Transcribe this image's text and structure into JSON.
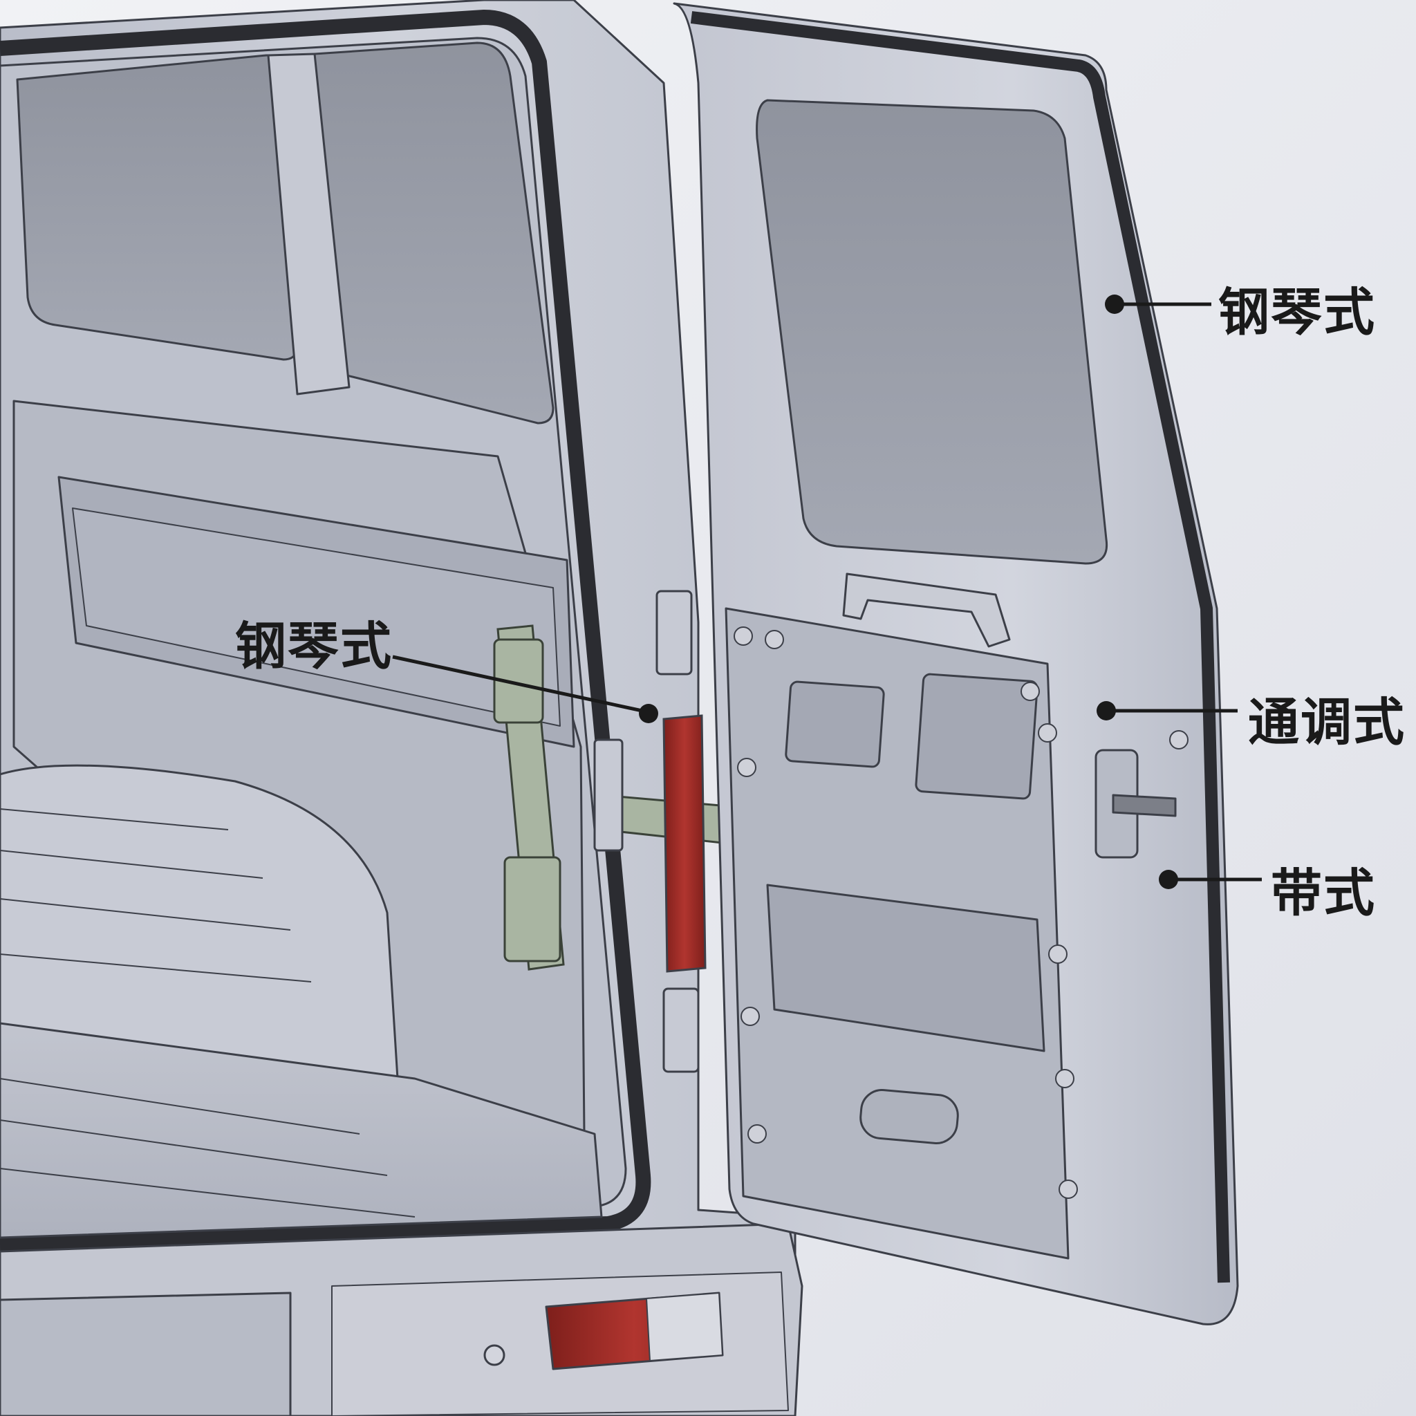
{
  "callouts": {
    "left_hinge": {
      "text": "钢琴式"
    },
    "door_top": {
      "text": "钢琴式"
    },
    "door_middle": {
      "text": "通调式"
    },
    "door_strap": {
      "text": "带式"
    }
  },
  "colors": {
    "body": "#c9ccd6",
    "panel": "#b3b7c4",
    "window": "#9a9ea9",
    "outline": "#3c3f48",
    "seal": "#2b2c31",
    "bracket": "#a9b5a2",
    "tail_light": "#9e2a25",
    "background": "#e9ebf0"
  }
}
